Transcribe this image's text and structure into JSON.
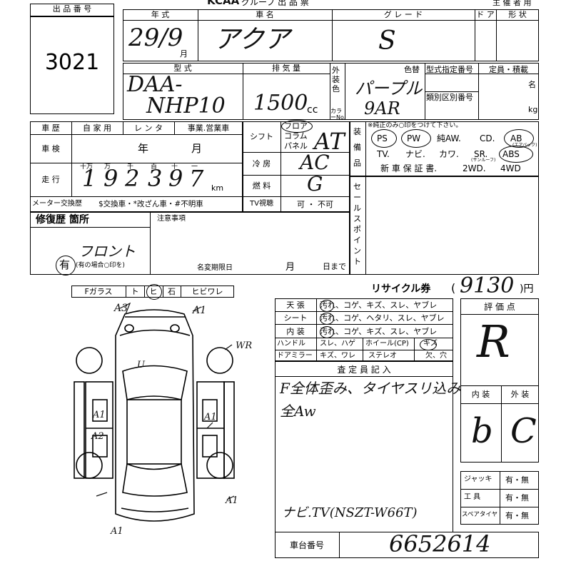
{
  "header": {
    "brand_logo": "KCAA",
    "brand_suffix": "グループ 出 品 票",
    "organizer_label": "主 催 者 用"
  },
  "lot": {
    "label": "出 品 番 号",
    "number": "3021"
  },
  "top_row": {
    "year_label": "年   式",
    "car_label": "車          名",
    "grade_label": "グ レ ー ド",
    "doors_label": "ド ア",
    "shape_label": "形 状",
    "year_value": "29/9",
    "month_suffix": "月",
    "car_value": "アクア",
    "grade_value": "S"
  },
  "model_row": {
    "model_label": "型     式",
    "model_value_1": "DAA-",
    "model_value_2": "NHP10",
    "displacement_label": "排 気 量",
    "displacement_value": "1500",
    "displacement_unit": "cc",
    "exterior_color_label": "外装色",
    "color_no_label": "カラーNo.",
    "color_change_label": "色替",
    "color_value": "パープル",
    "color_code": "9AR",
    "type_designation_label": "型式指定番号",
    "class_label": "類別区別番号",
    "capacity_label": "定員・積載",
    "persons_unit": "名",
    "kg_unit": "kg"
  },
  "history": {
    "label": "車 歴",
    "options": [
      "自 家 用",
      "レ ン タ",
      "事業.営業車"
    ],
    "inspection_label": "車 検",
    "inspection_year": "年",
    "inspection_month": "月",
    "mileage_label": "走 行",
    "digit_labels": [
      "十万",
      "万",
      "千",
      "百",
      "十",
      "一"
    ],
    "mileage_digits": [
      "1",
      "9",
      "2",
      "3",
      "9",
      "7"
    ],
    "mileage_unit": "km",
    "meter_label": "メーター交換歴",
    "meter_options": "$交換車・*改ざん車・#不明車"
  },
  "drivetrain": {
    "shift_label": "シフト",
    "shift_options": [
      "フロア",
      "コラム",
      "パネル"
    ],
    "shift_value": "AT",
    "ac_label": "冷 房",
    "ac_value": "AC",
    "fuel_label": "燃 料",
    "fuel_value": "G",
    "tv_label": "TV視聴",
    "tv_options": "可 ・ 不可"
  },
  "equipment": {
    "label": "装備品",
    "note": "※純正のみ○印をつけて下さい。",
    "row1": [
      "PS",
      "PW",
      "純AW.",
      "CD.",
      "AB"
    ],
    "ab_note": "(エアバック)",
    "row2": [
      "TV.",
      "ナビ.",
      "カワ.",
      "SR.",
      "ABS"
    ],
    "sr_note": "(サンルーフ)",
    "row3": [
      "新 車 保 証 書.",
      "2WD.",
      "4WD"
    ]
  },
  "sales_point_label": "セールスポイント",
  "repair": {
    "label": "修復歴  箇所",
    "circled": "有",
    "note": "(有の場合○印を)",
    "handwritten": "フロント",
    "attention_label": "注意事項",
    "transfer_label": "名変期限日",
    "transfer_month": "月",
    "transfer_day": "日まで"
  },
  "glass": {
    "label": "Fガラス",
    "options": [
      "ト",
      "ヒ",
      "石",
      "ヒビワレ"
    ]
  },
  "recycle": {
    "label": "リサイクル券",
    "value": "9130",
    "unit": ")円"
  },
  "interior": {
    "rows": [
      {
        "label": "天 張",
        "options": "汚れ、コゲ、キズ、スレ、ヤブレ"
      },
      {
        "label": "シート",
        "options": "汚れ、コゲ、ヘタリ、スレ、ヤブレ"
      },
      {
        "label": "内 装",
        "options": "汚れ、コゲ、キズ、スレ、ヤブレ"
      }
    ],
    "handle_label": "ハンドル",
    "handle_options": "スレ、ハゲ",
    "wheel_label": "ホイール(CP)",
    "key_label": "キズ",
    "mirror_label": "ドアミラー",
    "mirror_options": "キズ、ワレ",
    "stereo_label": "ステレオ",
    "stereo_options": "欠、穴"
  },
  "inspector": {
    "label": "査 定 員 記 入",
    "line1": "F全体歪み、タイヤスリ込み",
    "line2": "全Aw"
  },
  "remarks": {
    "line": "ナビ.TV(NSZT-W66T)"
  },
  "grade": {
    "label": "評 価 点",
    "value": "R",
    "interior_label": "内 装",
    "exterior_label": "外 装",
    "interior_value": "b",
    "exterior_value": "C"
  },
  "tools": [
    {
      "label": "ジャッキ",
      "options": "有・無"
    },
    {
      "label": "工   具",
      "options": "有・無"
    },
    {
      "label": "スペアタイヤ",
      "options": "有・無"
    }
  ],
  "chassis": {
    "label": "車台番号",
    "value": "6652614"
  },
  "diagram_marks": [
    "A3",
    "A1",
    "U",
    "WR",
    "A1",
    "A2",
    "A1",
    "A1",
    "A1"
  ]
}
